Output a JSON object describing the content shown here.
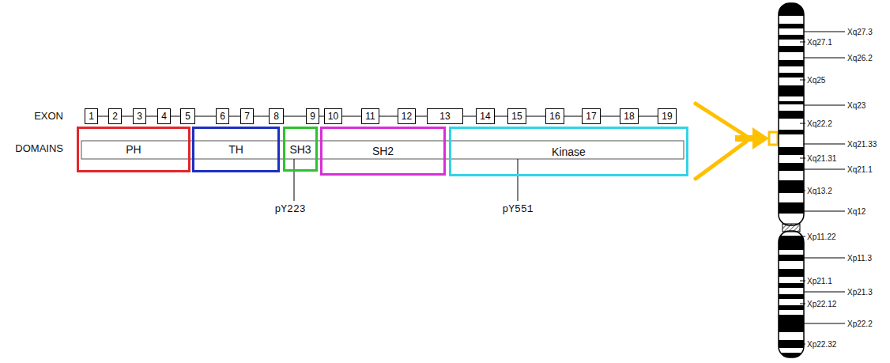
{
  "diagram": {
    "nodes": [
      {
        "text": [
          "1"
        ]
      },
      {
        "text": [
          "2"
        ]
      },
      {
        "text": [
          "3"
        ]
      },
      {
        "text": [
          "4"
        ]
      },
      {
        "text": [
          "5"
        ]
      },
      {
        "text": [
          "6"
        ]
      },
      {
        "text": [
          "7"
        ]
      },
      {
        "text": [
          "8"
        ]
      },
      {
        "text": [
          "9"
        ]
      },
      {
        "text": [
          "10"
        ]
      },
      {
        "text": [
          "11"
        ]
      },
      {
        "text": [
          "12"
        ]
      },
      {
        "text": [
          "13"
        ]
      },
      {
        "text": [
          "14"
        ]
      },
      {
        "text": [
          "15"
        ]
      },
      {
        "text": [
          "16"
        ]
      },
      {
        "text": [
          "17"
        ]
      },
      {
        "text": [
          "18"
        ]
      },
      {
        "text": [
          "19"
        ]
      },
      {
        "text": [
          "PH"
        ]
      },
      {
        "text": [
          "TH"
        ]
      },
      {
        "text": [
          "SH3"
        ]
      },
      {
        "text": [
          "SH2"
        ]
      },
      {
        "text": [
          "Kinase"
        ]
      }
    ],
    "edges": [
      {
        "from": 0,
        "to": 1,
        "arrow": "none"
      },
      {
        "from": 1,
        "to": 2,
        "arrow": "none"
      },
      {
        "from": 2,
        "to": 3,
        "arrow": "none"
      },
      {
        "from": 3,
        "to": 4,
        "arrow": "none"
      },
      {
        "from": 4,
        "to": 5,
        "arrow": "none"
      },
      {
        "from": 5,
        "to": 6,
        "arrow": "none"
      },
      {
        "from": 6,
        "to": 7,
        "arrow": "none"
      },
      {
        "from": 7,
        "to": 8,
        "arrow": "none"
      },
      {
        "from": 8,
        "to": 9,
        "arrow": "none"
      },
      {
        "from": 9,
        "to": 10,
        "arrow": "none"
      },
      {
        "from": 10,
        "to": 11,
        "arrow": "none"
      },
      {
        "from": 11,
        "to": 12,
        "arrow": "none"
      },
      {
        "from": 12,
        "to": 13,
        "arrow": "none"
      },
      {
        "from": 13,
        "to": 14,
        "arrow": "none"
      },
      {
        "from": 14,
        "to": 15,
        "arrow": "none"
      },
      {
        "from": 15,
        "to": 16,
        "arrow": "none"
      },
      {
        "from": 16,
        "to": 17,
        "arrow": "none"
      },
      {
        "from": 17,
        "to": 18,
        "arrow": "none"
      }
    ],
    "labels": [
      "EXON",
      "DOMAINS",
      "pY223",
      "pY551",
      "Xq27.3",
      "Xq27.1",
      "Xq26.2",
      "Xq25",
      "Xq23",
      "Xq22.2",
      "Xq21.33",
      "Xq21.31",
      "Xq21.1",
      "Xq13.2",
      "Xq12",
      "Xp11.22",
      "Xp11.3",
      "Xp21.1",
      "Xp21.3",
      "Xp22.12",
      "Xp22.2",
      "Xp22.32"
    ]
  }
}
